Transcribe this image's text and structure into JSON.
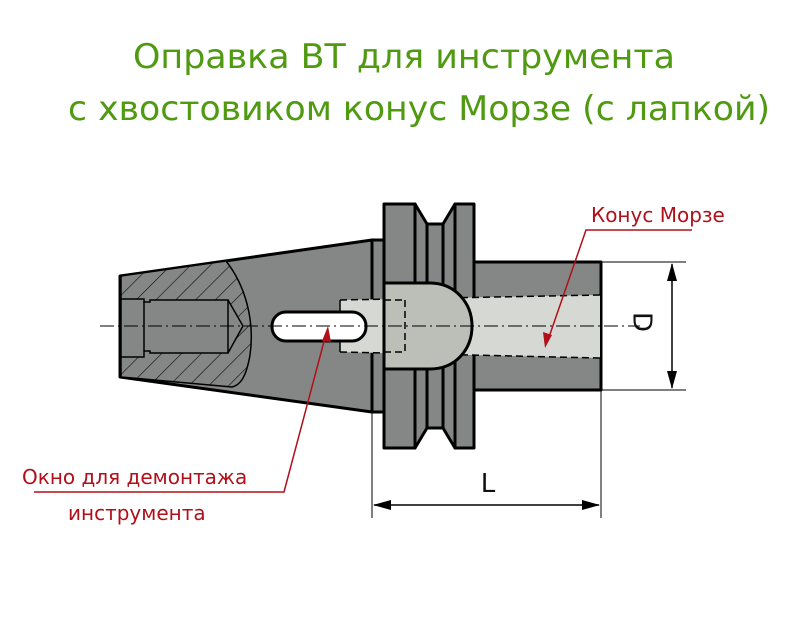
{
  "title": {
    "line1": "Оправка ВТ для инструмента",
    "line2": "с хвостовиком конус Морзе (с лапкой)"
  },
  "annotations": {
    "morse_cone": "Конус Морзе",
    "window_line1": "Окно для демонтажа",
    "window_line2": "инструмента"
  },
  "dimensions": {
    "diameter": "D",
    "length": "L"
  },
  "colors": {
    "title": "#4f9a10",
    "annotation": "#b0101a",
    "body": "#858786",
    "bore": "#d6d8d4"
  }
}
